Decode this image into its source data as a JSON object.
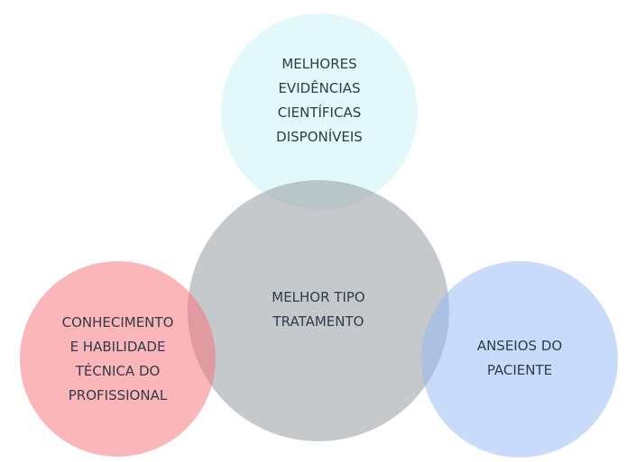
{
  "diagram": {
    "circles": [
      {
        "id": "top",
        "color": "#c6f2f8",
        "lines": [
          "MELHORES",
          "EVIDÊNCIAS",
          "CIENTÍFICAS",
          "DISPONÍVEIS"
        ]
      },
      {
        "id": "center",
        "color": "#8d949a",
        "lines": [
          "MELHOR TIPO",
          "TRATAMENTO"
        ]
      },
      {
        "id": "left",
        "color": "#f86d74",
        "lines": [
          "CONHECIMENTO",
          "E HABILIDADE",
          "TÉCNICA DO",
          "PROFISSIONAL"
        ]
      },
      {
        "id": "right",
        "color": "#91b8f5",
        "lines": [
          "ANSEIOS DO",
          "PACIENTE"
        ]
      }
    ]
  }
}
